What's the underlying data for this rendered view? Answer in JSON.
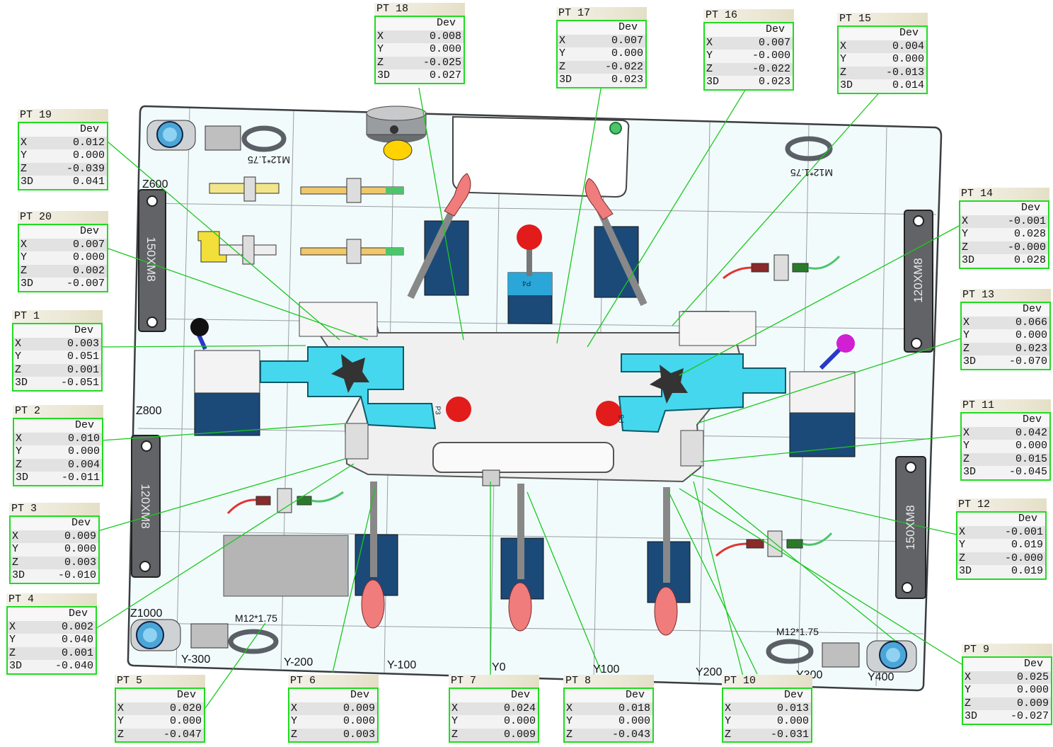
{
  "title": "",
  "colors": {
    "callout_border": "#1fdc1f",
    "leader_line": "#19c81d",
    "fixture_plate": "#f2fbfc",
    "grid_line": "#9aa0a4",
    "locator_cyan": "#45d7ee",
    "clamp_blue": "#1c4a78",
    "handle_red": "#f07c7c",
    "ball_red": "#e21b1b",
    "ball_magenta": "#d11fd3",
    "pad_dark": "#616366"
  },
  "axis_labels": {
    "z600": "Z600",
    "z800": "Z800",
    "z1000": "Z1000",
    "ym300": "Y-300",
    "ym200": "Y-200",
    "ym100": "Y-100",
    "y0": "Y0",
    "y100": "Y100",
    "y200": "Y200",
    "y300": "Y300",
    "y400": "Y400"
  },
  "thread_labels": {
    "top_left": "M12*1.75",
    "top_right": "M12*1.75",
    "bottom_left": "M12*1.75",
    "bottom_right": "M12*1.75"
  },
  "pad_labels": {
    "left_top": "150XM8",
    "left_bottom": "120XM8",
    "right_top": "120XM8",
    "right_bottom": "150XM8"
  },
  "pin_labels": {
    "p4": "P4",
    "p3": "P3",
    "p5": "P5"
  },
  "points": [
    {
      "id": "pt18",
      "name": "PT 18",
      "header": "Dev",
      "rows": [
        {
          "k": "X",
          "v": "0.008"
        },
        {
          "k": "Y",
          "v": "0.000"
        },
        {
          "k": "Z",
          "v": "-0.025"
        },
        {
          "k": "3D",
          "v": "0.027"
        }
      ]
    },
    {
      "id": "pt17",
      "name": "PT 17",
      "header": "Dev",
      "rows": [
        {
          "k": "X",
          "v": "0.007"
        },
        {
          "k": "Y",
          "v": "0.000"
        },
        {
          "k": "Z",
          "v": "-0.022"
        },
        {
          "k": "3D",
          "v": "0.023"
        }
      ]
    },
    {
      "id": "pt16",
      "name": "PT 16",
      "header": "Dev",
      "rows": [
        {
          "k": "X",
          "v": "0.007"
        },
        {
          "k": "Y",
          "v": "-0.000"
        },
        {
          "k": "Z",
          "v": "-0.022"
        },
        {
          "k": "3D",
          "v": "0.023"
        }
      ]
    },
    {
      "id": "pt15",
      "name": "PT 15",
      "header": "Dev",
      "rows": [
        {
          "k": "X",
          "v": "0.004"
        },
        {
          "k": "Y",
          "v": "0.000"
        },
        {
          "k": "Z",
          "v": "-0.013"
        },
        {
          "k": "3D",
          "v": "0.014"
        }
      ]
    },
    {
      "id": "pt19",
      "name": "PT 19",
      "header": "Dev",
      "rows": [
        {
          "k": "X",
          "v": "0.012"
        },
        {
          "k": "Y",
          "v": "0.000"
        },
        {
          "k": "Z",
          "v": "-0.039"
        },
        {
          "k": "3D",
          "v": "0.041"
        }
      ]
    },
    {
      "id": "pt20",
      "name": "PT 20",
      "header": "Dev",
      "rows": [
        {
          "k": "X",
          "v": "0.007"
        },
        {
          "k": "Y",
          "v": "0.000"
        },
        {
          "k": "Z",
          "v": "0.002"
        },
        {
          "k": "3D",
          "v": "-0.007"
        }
      ]
    },
    {
      "id": "pt1",
      "name": "PT 1",
      "header": "Dev",
      "rows": [
        {
          "k": "X",
          "v": "0.003"
        },
        {
          "k": "Y",
          "v": "0.051"
        },
        {
          "k": "Z",
          "v": "0.001"
        },
        {
          "k": "3D",
          "v": "-0.051"
        }
      ]
    },
    {
      "id": "pt2",
      "name": "PT 2",
      "header": "Dev",
      "rows": [
        {
          "k": "X",
          "v": "0.010"
        },
        {
          "k": "Y",
          "v": "0.000"
        },
        {
          "k": "Z",
          "v": "0.004"
        },
        {
          "k": "3D",
          "v": "-0.011"
        }
      ]
    },
    {
      "id": "pt3",
      "name": "PT 3",
      "header": "Dev",
      "rows": [
        {
          "k": "X",
          "v": "0.009"
        },
        {
          "k": "Y",
          "v": "0.000"
        },
        {
          "k": "Z",
          "v": "0.003"
        },
        {
          "k": "3D",
          "v": "-0.010"
        }
      ]
    },
    {
      "id": "pt4",
      "name": "PT 4",
      "header": "Dev",
      "rows": [
        {
          "k": "X",
          "v": "0.002"
        },
        {
          "k": "Y",
          "v": "0.040"
        },
        {
          "k": "Z",
          "v": "0.001"
        },
        {
          "k": "3D",
          "v": "-0.040"
        }
      ]
    },
    {
      "id": "pt14",
      "name": "PT 14",
      "header": "Dev",
      "rows": [
        {
          "k": "X",
          "v": "-0.001"
        },
        {
          "k": "Y",
          "v": "0.028"
        },
        {
          "k": "Z",
          "v": "-0.000"
        },
        {
          "k": "3D",
          "v": "0.028"
        }
      ]
    },
    {
      "id": "pt13",
      "name": "PT 13",
      "header": "Dev",
      "rows": [
        {
          "k": "X",
          "v": "0.066"
        },
        {
          "k": "Y",
          "v": "0.000"
        },
        {
          "k": "Z",
          "v": "0.023"
        },
        {
          "k": "3D",
          "v": "-0.070"
        }
      ]
    },
    {
      "id": "pt11",
      "name": "PT 11",
      "header": "Dev",
      "rows": [
        {
          "k": "X",
          "v": "0.042"
        },
        {
          "k": "Y",
          "v": "0.000"
        },
        {
          "k": "Z",
          "v": "0.015"
        },
        {
          "k": "3D",
          "v": "-0.045"
        }
      ]
    },
    {
      "id": "pt12",
      "name": "PT 12",
      "header": "Dev",
      "rows": [
        {
          "k": "X",
          "v": "-0.001"
        },
        {
          "k": "Y",
          "v": "0.019"
        },
        {
          "k": "Z",
          "v": "-0.000"
        },
        {
          "k": "3D",
          "v": "0.019"
        }
      ]
    },
    {
      "id": "pt9",
      "name": "PT 9",
      "header": "Dev",
      "rows": [
        {
          "k": "X",
          "v": "0.025"
        },
        {
          "k": "Y",
          "v": "0.000"
        },
        {
          "k": "Z",
          "v": "0.009"
        },
        {
          "k": "3D",
          "v": "-0.027"
        }
      ]
    },
    {
      "id": "pt5",
      "name": "PT 5",
      "header": "Dev",
      "rows": [
        {
          "k": "X",
          "v": "0.020"
        },
        {
          "k": "Y",
          "v": "0.000"
        },
        {
          "k": "Z",
          "v": "-0.047"
        }
      ]
    },
    {
      "id": "pt6",
      "name": "PT 6",
      "header": "Dev",
      "rows": [
        {
          "k": "X",
          "v": "0.009"
        },
        {
          "k": "Y",
          "v": "0.000"
        },
        {
          "k": "Z",
          "v": "0.003"
        }
      ]
    },
    {
      "id": "pt7",
      "name": "PT 7",
      "header": "Dev",
      "rows": [
        {
          "k": "X",
          "v": "0.024"
        },
        {
          "k": "Y",
          "v": "0.000"
        },
        {
          "k": "Z",
          "v": "0.009"
        }
      ]
    },
    {
      "id": "pt8",
      "name": "PT 8",
      "header": "Dev",
      "rows": [
        {
          "k": "X",
          "v": "0.018"
        },
        {
          "k": "Y",
          "v": "0.000"
        },
        {
          "k": "Z",
          "v": "-0.043"
        }
      ]
    },
    {
      "id": "pt10",
      "name": "PT 10",
      "header": "Dev",
      "rows": [
        {
          "k": "X",
          "v": "0.013"
        },
        {
          "k": "Y",
          "v": "0.000"
        },
        {
          "k": "Z",
          "v": "-0.031"
        }
      ]
    }
  ]
}
